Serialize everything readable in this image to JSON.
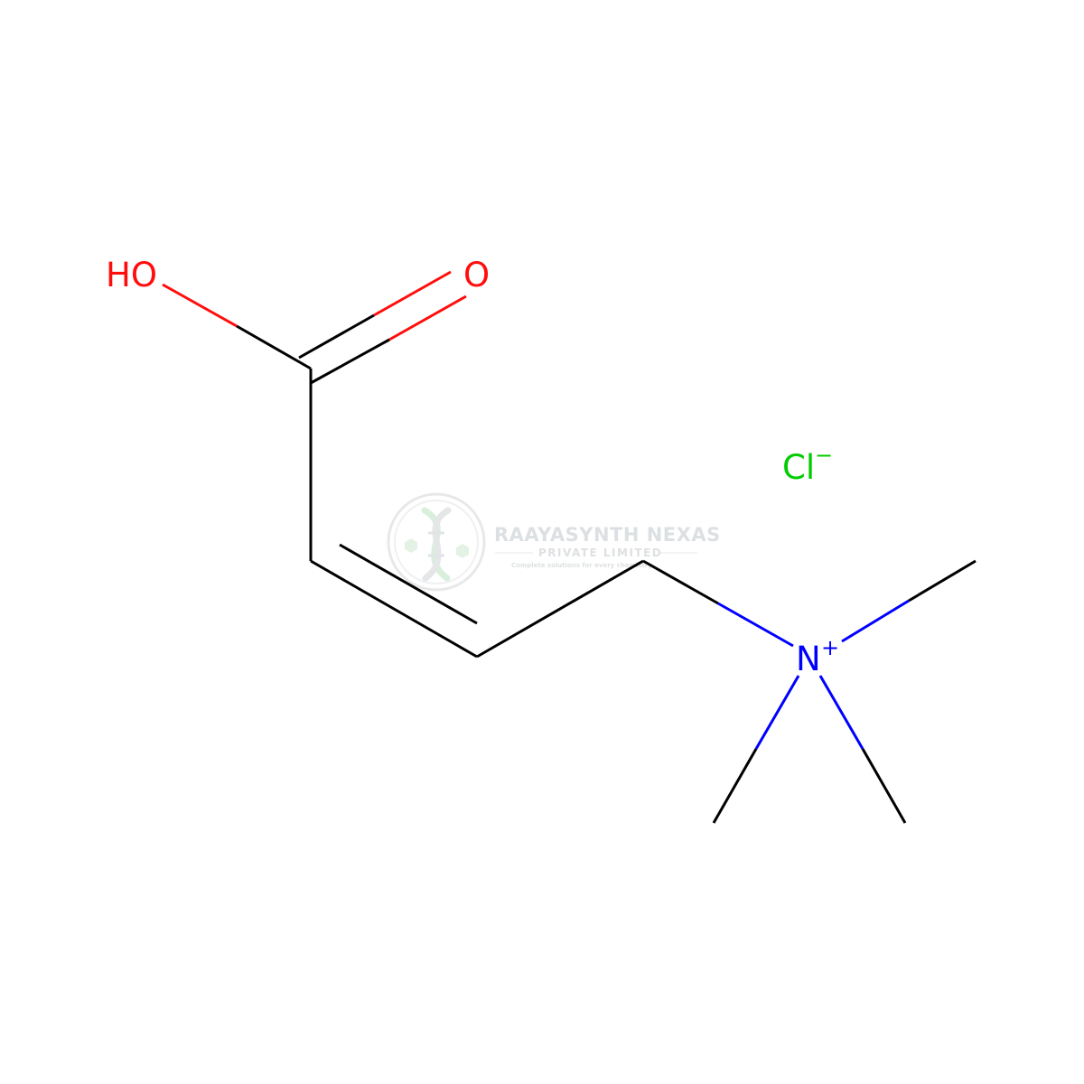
{
  "molecule": {
    "atoms": {
      "hydroxyl": {
        "text": "HO",
        "color": "#ff0d0d"
      },
      "carbonyl_oxygen": {
        "text": "O",
        "color": "#ff0d0d"
      },
      "nitrogen": {
        "text": "N",
        "charge": "+",
        "color": "#0000ff"
      },
      "chloride": {
        "text": "Cl",
        "charge": "−",
        "color": "#00cc00"
      }
    },
    "bond_color": "#000000"
  },
  "watermark": {
    "company": "RAAYASYNTH NEXAS",
    "subtitle": "PRIVATE LIMITED",
    "tagline": "Complete solutions for every chemistry",
    "logo_icon": "dna-helix-icon",
    "color": "#c8ccd0",
    "accent_color": "#8fd39b"
  }
}
